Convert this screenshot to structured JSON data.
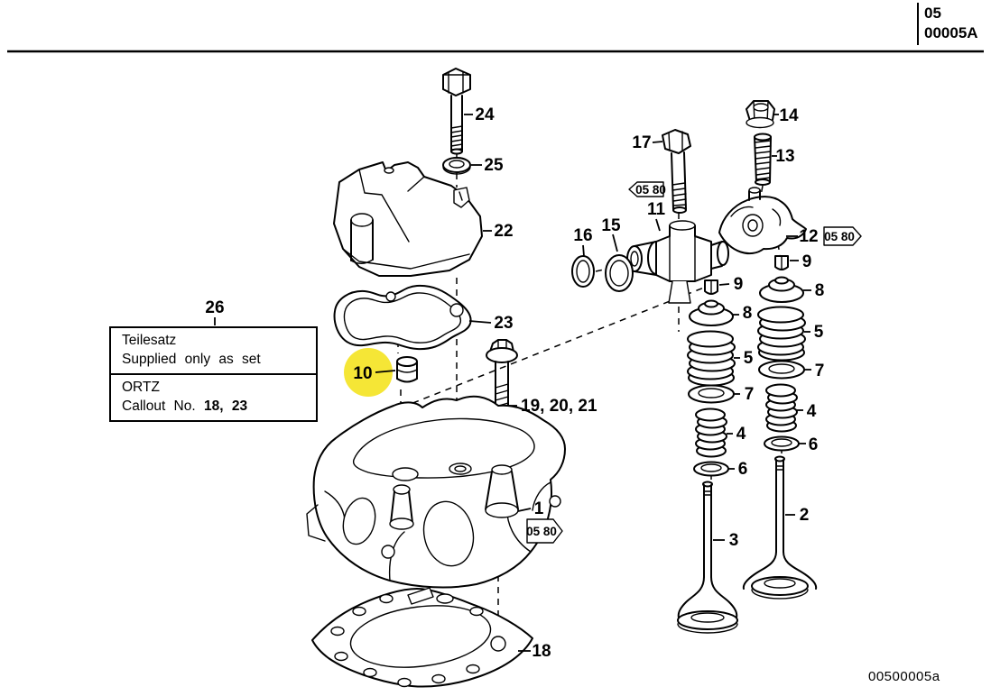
{
  "header": {
    "section_code": "05",
    "page_code": "00005A"
  },
  "footer": {
    "drawing_code": "00500005a"
  },
  "ref_label": "05 80",
  "note_box": {
    "callout": "26",
    "line1": "Teilesatz",
    "line2": "Supplied only as set",
    "line3": "ORTZ",
    "line4_label": "Callout No.",
    "line4_value": "18, 23"
  },
  "highlight": {
    "callout": "10",
    "color": "#f5e636"
  },
  "callouts": {
    "c1": "1",
    "c2": "2",
    "c3": "3",
    "c4_left": "4",
    "c4_right": "4",
    "c5_left": "5",
    "c5_right": "5",
    "c6_left": "6",
    "c6_right": "6",
    "c7_left": "7",
    "c7_right": "7",
    "c8_left": "8",
    "c8_right": "8",
    "c9_left": "9",
    "c9_right": "9",
    "c10": "10",
    "c11": "11",
    "c12": "12",
    "c13": "13",
    "c14": "14",
    "c15": "15",
    "c16": "16",
    "c17": "17",
    "c18": "18",
    "c19_21": "19, 20, 21",
    "c22": "22",
    "c23": "23",
    "c24": "24",
    "c25": "25",
    "c26": "26"
  }
}
